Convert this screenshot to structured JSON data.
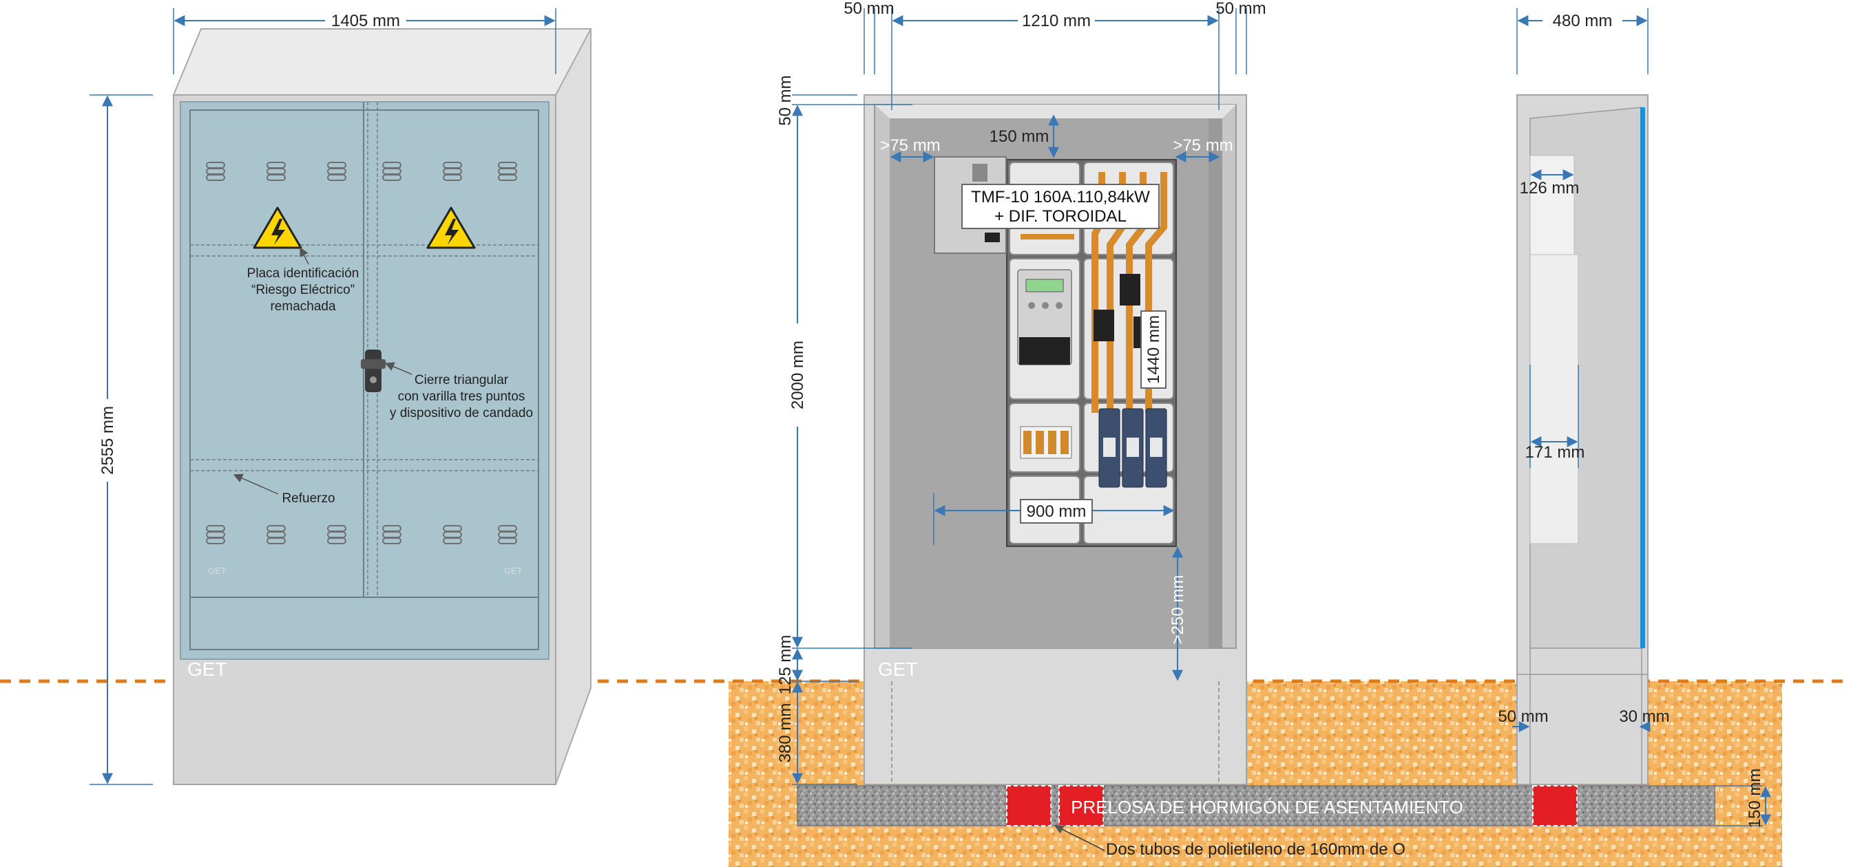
{
  "front_view": {
    "width_dim": "1405 mm",
    "height_dim": "2555 mm",
    "label_plate": [
      "Placa identificación",
      "“Riesgo Eléctrico”",
      "remachada"
    ],
    "label_lock": [
      "Cierre triangular",
      "con varilla tres puntos",
      "y dispositivo de candado"
    ],
    "label_reinforcement": "Refuerzo",
    "brand": "GET",
    "brand_small": "GET"
  },
  "interior_view": {
    "dim_top_left": "50 mm",
    "dim_top_center": "1210 mm",
    "dim_top_right": "50 mm",
    "dim_left_top": "50 mm",
    "dim_left_main": "2000 mm",
    "dim_left_125": "125 mm",
    "dim_left_380": "380 mm",
    "dim_150": "150 mm",
    "dim_gt75_left": ">75 mm",
    "dim_gt75_right": ">75 mm",
    "breaker_label": [
      "TMF-10 160A.110,84kW",
      "+ DIF. TOROIDAL"
    ],
    "dim_1440": "1440 mm",
    "dim_900": "900 mm",
    "dim_250": ">250 mm",
    "brand": "GET"
  },
  "side_view": {
    "width_dim": "480 mm",
    "dim_126": "126 mm",
    "dim_171": "171 mm",
    "dim_50": "50 mm",
    "dim_30": "30 mm",
    "dim_150": "150 mm"
  },
  "foundation": {
    "slab_label": "PRELOSA DE HORMIGÓN DE ASENTAMIENTO",
    "tubes_label": "Dos tubos de polietileno de 160mm de O"
  },
  "colors": {
    "dimension": "#3a78b5",
    "ground_line": "#e07b1a",
    "door": "#a9c4cc",
    "cabinet": "#d4d4d4",
    "tube": "#e31e24",
    "warning": "#ffd500"
  }
}
